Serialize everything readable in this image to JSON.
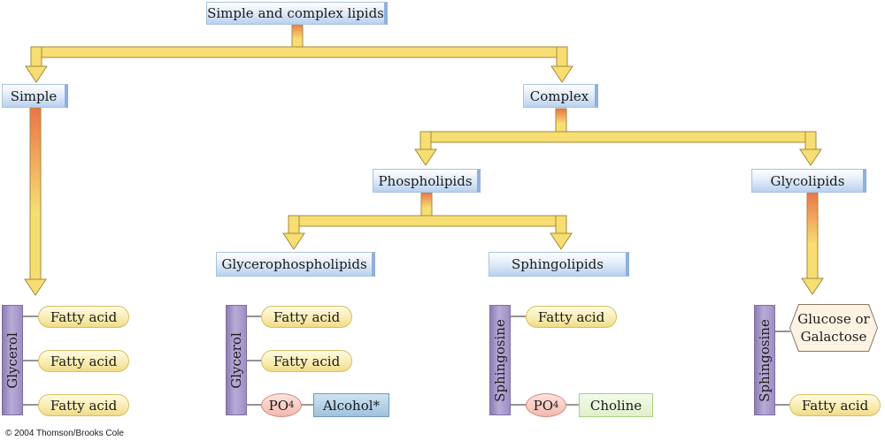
{
  "root": "Simple and complex lipids",
  "level1": {
    "simple": "Simple",
    "complex": "Complex"
  },
  "level2": {
    "phospholipids": "Phospholipids",
    "glycolipids": "Glycolipids"
  },
  "level3": {
    "glycerophospholipids": "Glycerophospholipids",
    "sphingolipids": "Sphingolipids"
  },
  "structures": {
    "simple": {
      "backbone": "Glycerol",
      "chains": [
        "Fatty acid",
        "Fatty acid",
        "Fatty acid"
      ]
    },
    "glycerophospholipid": {
      "backbone": "Glycerol",
      "chains": [
        "Fatty acid",
        "Fatty acid"
      ],
      "phosphate": "PO",
      "phosphate_sub": "4",
      "head": "Alcohol*"
    },
    "sphingolipid": {
      "backbone": "Sphingosine",
      "chain": "Fatty acid",
      "phosphate": "PO",
      "phosphate_sub": "4",
      "head": "Choline"
    },
    "glycolipid": {
      "backbone": "Sphingosine",
      "sugar_line1": "Glucose or",
      "sugar_line2": "Galactose",
      "chain": "Fatty acid"
    }
  },
  "copyright": "© 2004 Thomson/Brooks Cole",
  "colors": {
    "arrow_fill": "#f7de72",
    "arrow_stroke": "#a4893a",
    "stem_top": "#ea7448"
  }
}
